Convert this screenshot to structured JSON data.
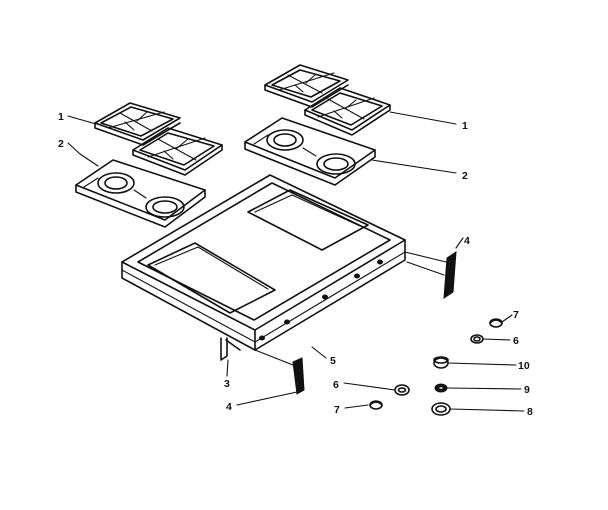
{
  "callouts": {
    "grate_left": "1",
    "grate_right": "1",
    "burner_box_left": "2",
    "burner_box_right": "2",
    "bracket_lower": "3",
    "side_trim_right": "4",
    "side_trim_left": "4",
    "top_frame": "5",
    "knob_lower": "6",
    "knob_upper": "6",
    "bezel_lower": "7",
    "bezel_upper": "7",
    "dial": "10",
    "spring": "9",
    "ring": "8"
  },
  "palette": {
    "ink": "#111111",
    "paper": "#ffffff"
  }
}
